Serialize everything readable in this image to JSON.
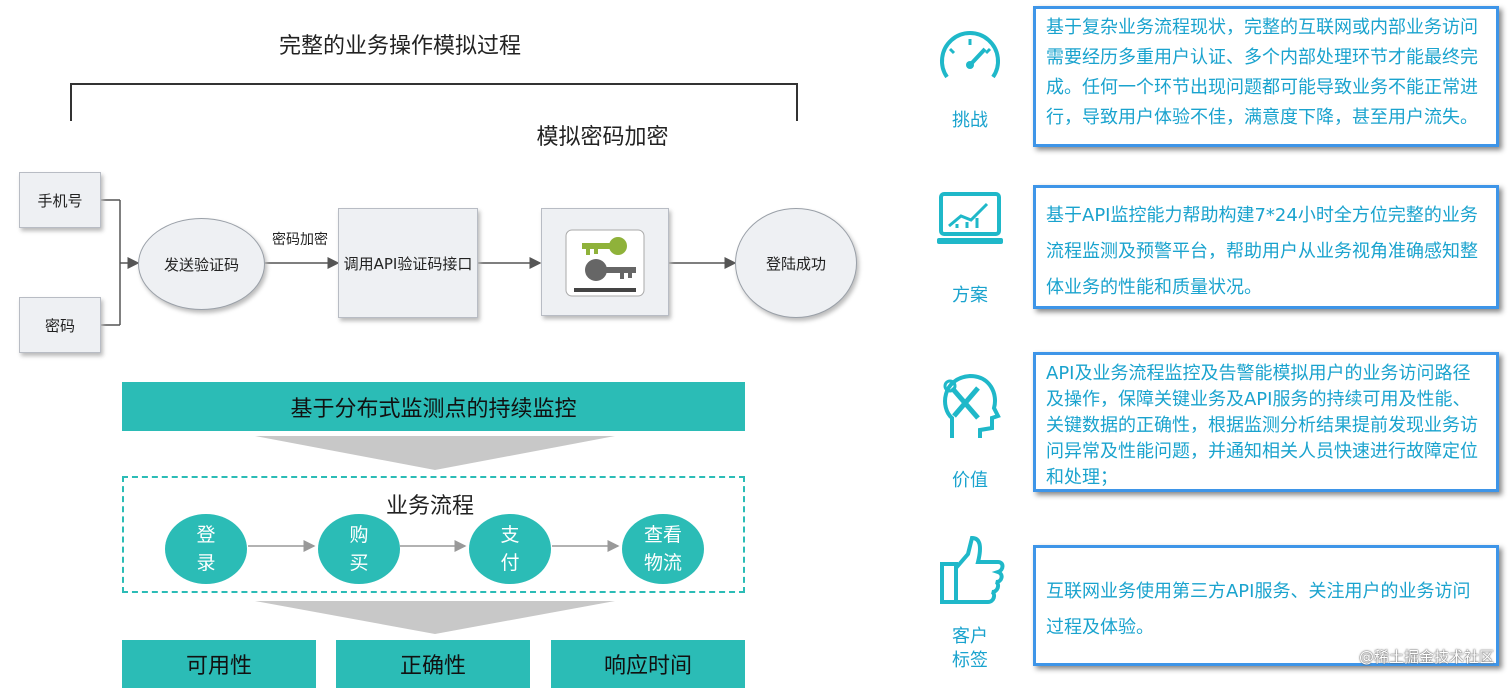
{
  "diagram": {
    "title": "完整的业务操作模拟过程",
    "phone_label": "手机号",
    "password_label": "密码",
    "send_code": "发送验证码",
    "encrypt_label": "密码加密",
    "call_api": "调用API验证码接口",
    "simulate_encrypt": "模拟密码加密",
    "login_success": "登陆成功",
    "monitor_bar": "基于分布式监测点的持续监控",
    "flow_title": "业务流程",
    "flow_steps": [
      "登\n录",
      "购\n买",
      "支\n付",
      "查看\n物流"
    ],
    "metrics": [
      "可用性",
      "正确性",
      "响应时间"
    ]
  },
  "panel": [
    {
      "icon": "speedometer-icon",
      "label": "挑战",
      "text": "基于复杂业务流程现状，完整的互联网或内部业务访问需要经历多重用户认证、多个内部处理环节才能最终完成。任何一个环节出现问题都可能导致业务不能正常进行，导致用户体验不佳，满意度下降，甚至用户流失。"
    },
    {
      "icon": "monitor-chart-icon",
      "label": "方案",
      "text": "基于API监控能力帮助构建7*24小时全方位完整的业务流程监测及预警平台，帮助用户从业务视角准确感知整体业务的性能和质量状况。"
    },
    {
      "icon": "head-tools-icon",
      "label": "价值",
      "text": "API及业务流程监控及告警能模拟用户的业务访问路径及操作，保障关键业务及API服务的持续可用及性能、关键数据的正确性，根据监测分析结果提前发现业务访问异常及性能问题，并通知相关人员快速进行故障定位和处理；"
    },
    {
      "icon": "thumbs-up-icon",
      "label": "客户\n标签",
      "text": "互联网业务使用第三方API服务、关注用户的业务访问过程及体验。"
    }
  ],
  "watermark": "@稀土掘金技术社区",
  "colors": {
    "teal": "#2bbcb6",
    "blue_text": "#1aa3ce",
    "blue_border": "#3e95e8"
  }
}
